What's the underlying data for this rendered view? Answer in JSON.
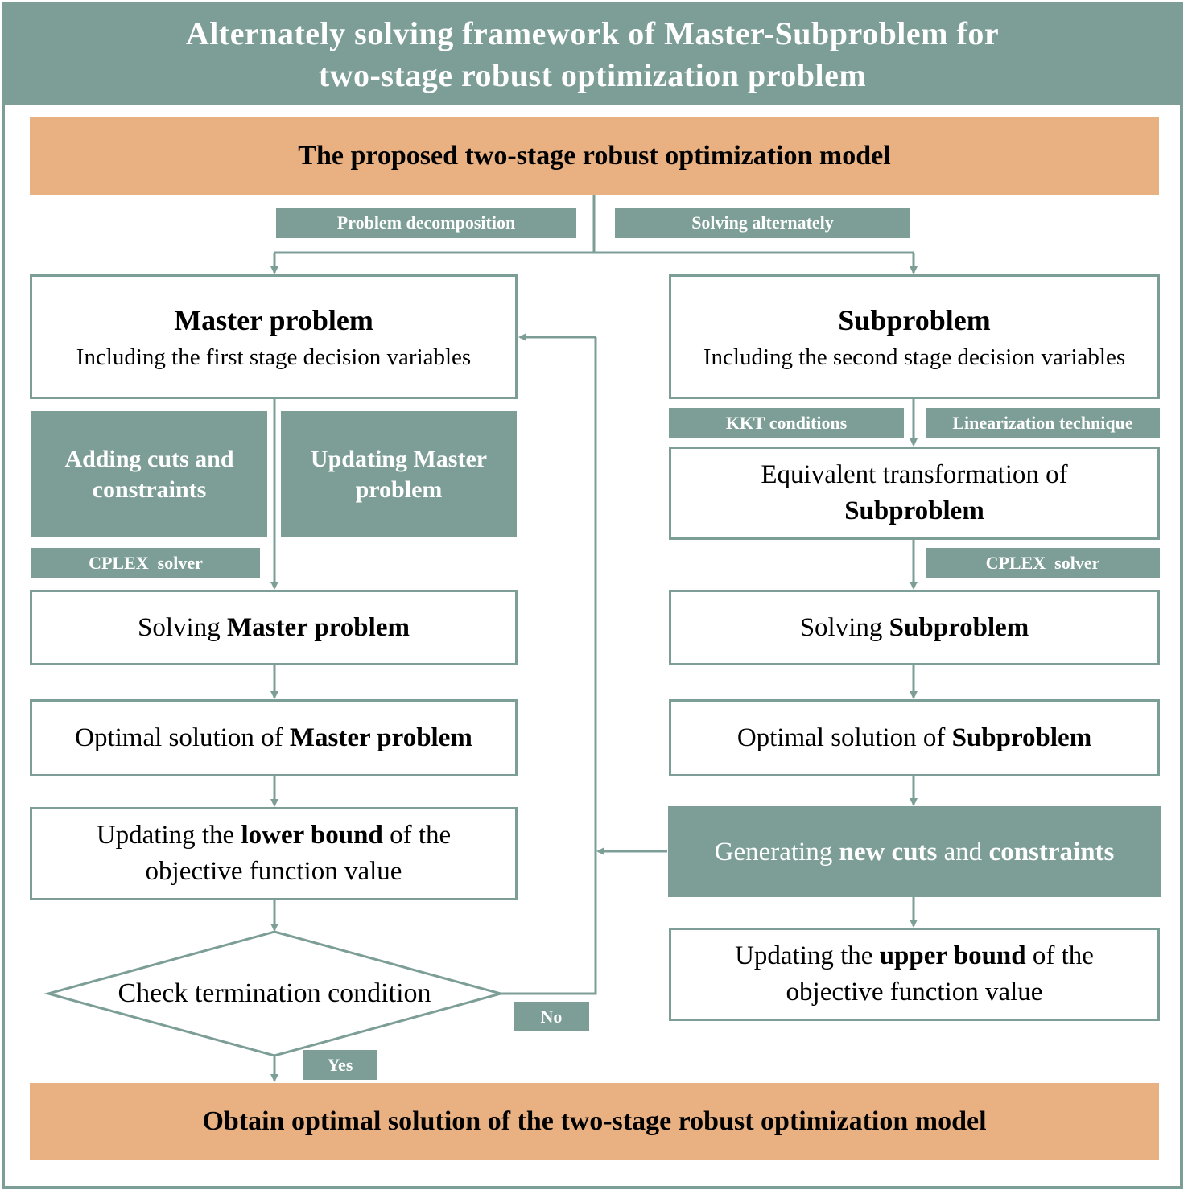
{
  "title": {
    "line1": "Alternately solving framework of Master-Subproblem for",
    "line2": "two-stage robust optimization problem"
  },
  "model_box": "The proposed two-stage robust optimization model",
  "tags": {
    "problem_decomposition": "Problem decomposition",
    "solving_alternately": "Solving alternately",
    "kkt": "KKT conditions",
    "linearization": "Linearization technique",
    "cplex_left": "CPLEX  solver",
    "cplex_right": "CPLEX  solver",
    "no": "No",
    "yes": "Yes"
  },
  "master": {
    "title": "Master problem",
    "desc": "Including the first stage decision variables",
    "adding_cuts_1": "Adding cuts and",
    "adding_cuts_2": "constraints",
    "updating_master_1": "Updating Master",
    "updating_master_2": "problem",
    "solving_pre": "Solving ",
    "solving_bold": "Master problem",
    "optimal_pre": "Optimal solution of ",
    "optimal_bold": "Master problem",
    "lower_pre": "Updating the ",
    "lower_bold": "lower bound",
    "lower_post": " of the",
    "lower_line2": "objective function value",
    "check": "Check termination condition"
  },
  "sub": {
    "title": "Subproblem",
    "desc": "Including the second stage decision variables",
    "equiv_line1": "Equivalent transformation of",
    "equiv_bold": "Subproblem",
    "solving_pre": "Solving ",
    "solving_bold": "Subproblem",
    "optimal_pre": "Optimal solution of ",
    "optimal_bold": "Subproblem",
    "gen_pre": "Generating ",
    "gen_bold1": "new cuts",
    "gen_mid": " and ",
    "gen_bold2": "constraints",
    "upper_pre": "Updating the ",
    "upper_bold": "upper bound",
    "upper_post": " of the",
    "upper_line2": "objective function value"
  },
  "final_box": "Obtain optimal solution of the two-stage robust optimization model",
  "colors": {
    "teal": "#7c9e96",
    "orange": "#e9b182",
    "white": "#ffffff"
  }
}
